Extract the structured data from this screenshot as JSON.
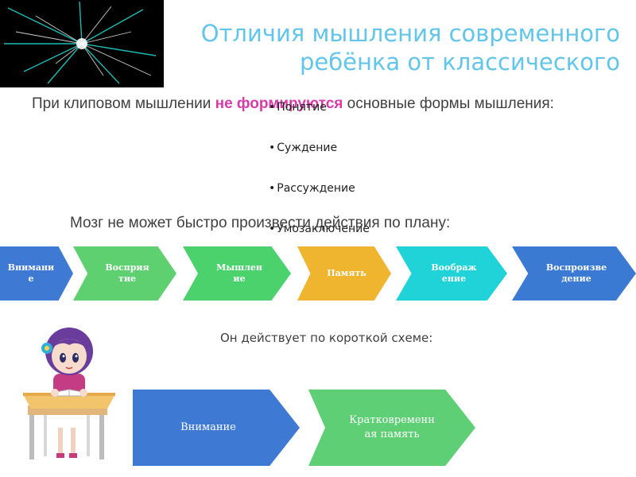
{
  "title": "Отличия мышления современного\nребёнка от классического",
  "intro": {
    "before": "При клиповом мышлении ",
    "highlight": "не формируются",
    "after": "  основные формы мышления:"
  },
  "forms": [
    "Понятие",
    "Суждение",
    "Рассуждение",
    "Умозаключение"
  ],
  "brain_text": "Мозг не может быстро произвести действия по плану:",
  "plan_steps": [
    {
      "label": "Внимание",
      "color": "#3e7ad3"
    },
    {
      "label": "Восприятие",
      "color": "#5fd070"
    },
    {
      "label": "Мышление",
      "color": "#4cd26d"
    },
    {
      "label": "Память",
      "color": "#efb52f"
    },
    {
      "label": "Воображение",
      "color": "#1fd3d8"
    },
    {
      "label": "Воспроизведение",
      "color": "#3b7ad2"
    }
  ],
  "short_scheme_text": "Он действует по короткой схеме:",
  "short_steps": [
    {
      "label": "Внимание",
      "color": "#3e7ad3"
    },
    {
      "label": "Кратковременная память",
      "color": "#5ecf74"
    }
  ]
}
